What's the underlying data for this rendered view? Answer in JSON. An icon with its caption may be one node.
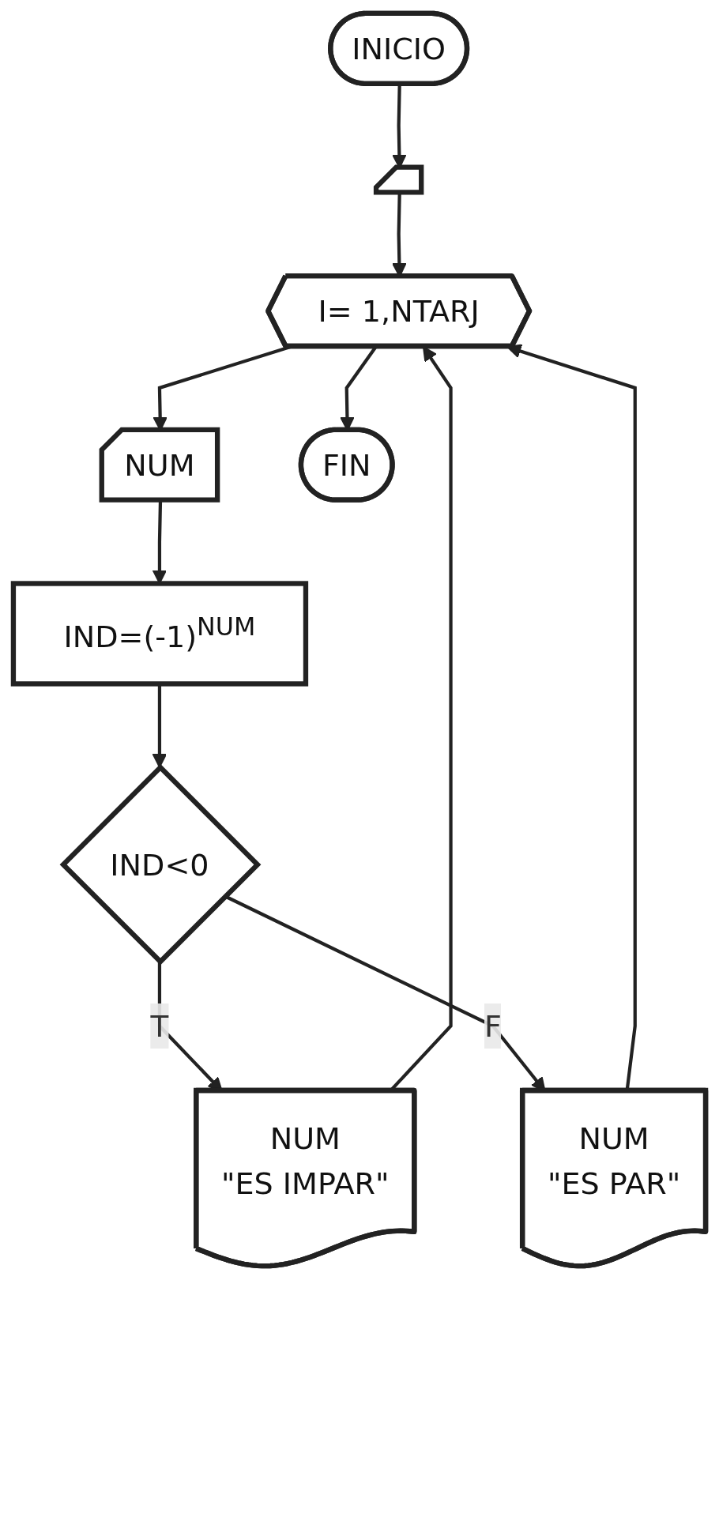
{
  "diagram": {
    "nodes": [
      {
        "text": [
          "INICIO"
        ]
      },
      {
        "text": [],
        "shape": "card"
      },
      {
        "text": [
          "I= 1,NTARJ"
        ]
      },
      {
        "text": [
          "NUM"
        ]
      },
      {
        "text": [
          "IND=(-1)$^{NUM}$"
        ]
      },
      {
        "text": [
          "IND<0"
        ]
      },
      {
        "text": [
          "NUM",
          "\"ES PAR\""
        ]
      },
      {
        "text": [
          "NUM",
          "\"ES IMPAR\""
        ]
      },
      {
        "text": [
          "FIN"
        ]
      }
    ],
    "edges": [
      {
        "from": 0,
        "to": 1,
        "arrow": "to"
      },
      {
        "from": 1,
        "to": 2,
        "arrow": "to"
      },
      {
        "from": 2,
        "to": 3,
        "arrow": "to"
      },
      {
        "from": 3,
        "to": 4,
        "arrow": "to"
      },
      {
        "from": 4,
        "to": 5,
        "arrow": "to"
      },
      {
        "from": 5,
        "to": 7,
        "label": "T",
        "arrow": "to"
      },
      {
        "from": 5,
        "to": 6,
        "label": "F",
        "arrow": "to"
      },
      {
        "from": 6,
        "to": 2,
        "arrow": "to"
      },
      {
        "from": 7,
        "to": 2,
        "arrow": "to"
      },
      {
        "from": 2,
        "to": 8,
        "arrow": "to"
      }
    ]
  }
}
